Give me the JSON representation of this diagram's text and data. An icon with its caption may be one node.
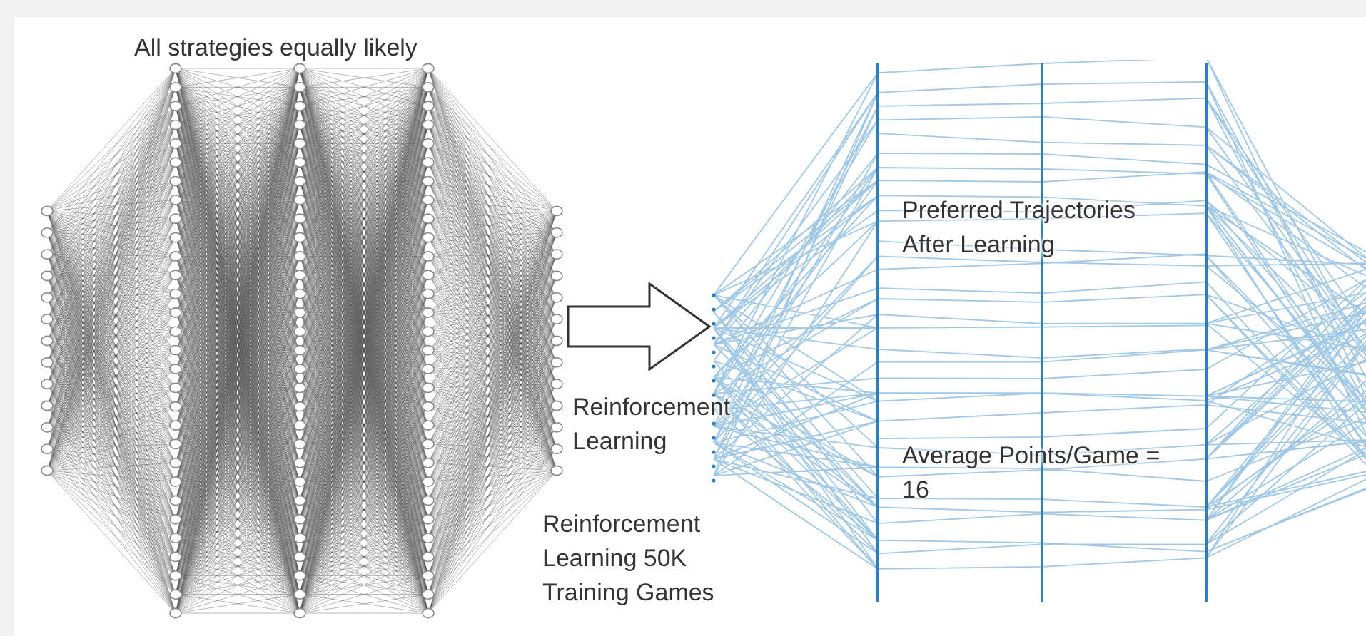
{
  "diagram": {
    "nodes": [
      {
        "text": [],
        "shape": "picture",
        "beside": [
          "All strategies equally likely"
        ]
      },
      {
        "text": [],
        "shape": "picture"
      }
    ],
    "edges": [
      {
        "from": 0,
        "to": 1,
        "arrow": "to",
        "label": "Reinforcement Learning"
      }
    ],
    "labels": [
      "Preferred Trajectories After Learning",
      "Average Points/Game = 16",
      "Reinforcement Learning 50K Training Games"
    ]
  }
}
